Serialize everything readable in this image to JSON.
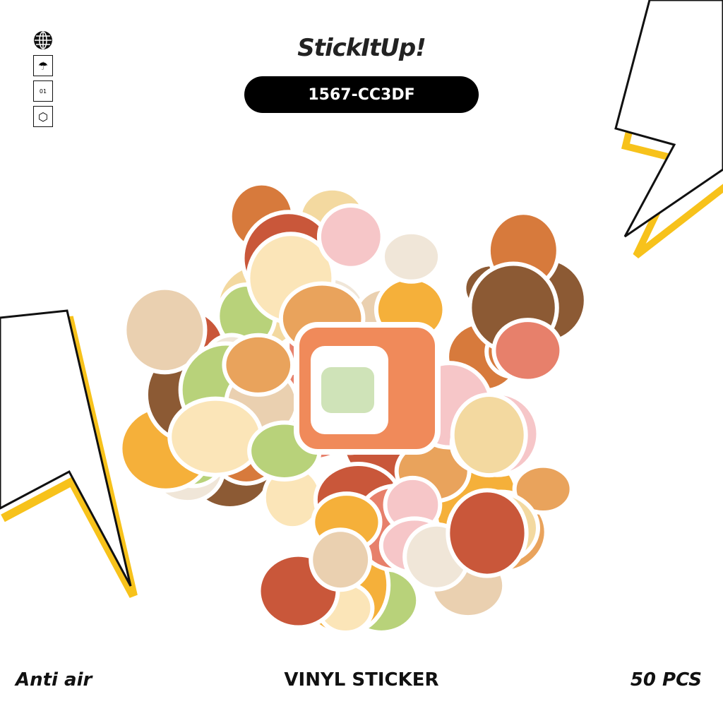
{
  "brand": "StickItUp!",
  "product_code": "1567-CC3DF",
  "icons": [
    "globe-icon",
    "keep-dry-umbrella-icon",
    "pete-01-recycle-icon",
    "handle-with-care-icon"
  ],
  "pete_label": "01",
  "footer": {
    "left": "Anti air",
    "center": "VINYL STICKER",
    "right": "50 PCS"
  },
  "colors": {
    "accent": "#f7c21b",
    "badge": "#000000"
  }
}
